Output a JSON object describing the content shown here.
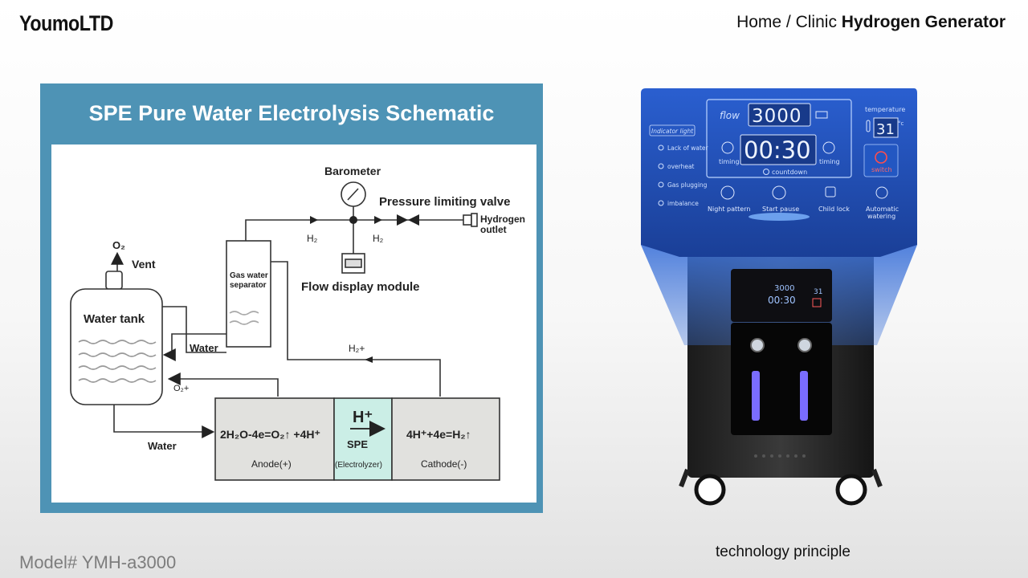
{
  "header": {
    "brand": "YoumoLTD",
    "breadcrumb_prefix": "Home / Clinic ",
    "breadcrumb_current": "Hydrogen Generator"
  },
  "footer": {
    "model": "Model# YMH-a3000",
    "caption": "technology principle"
  },
  "schematic": {
    "title": "SPE Pure Water Electrolysis Schematic",
    "labels": {
      "barometer": "Barometer",
      "pressure_valve": "Pressure limiting valve",
      "hydrogen_outlet_1": "Hydrogen",
      "hydrogen_outlet_2": "outlet",
      "o2": "O₂",
      "vent": "Vent",
      "gas_sep_1": "Gas water",
      "gas_sep_2": "separator",
      "h2_left": "H₂",
      "h2_right": "H₂",
      "flow_display": "Flow display module",
      "water_tank": "Water tank",
      "water_upper": "Water",
      "h2plus": "H₂+",
      "o2plus": "O₂+",
      "water_lower": "Water",
      "anode_eq": "2H₂O-4e=O₂↑ +4H⁺",
      "anode": "Anode(+)",
      "hplus": "H⁺",
      "spe": "SPE",
      "electrolyzer": "(Electrolyzer)",
      "cathode_eq": "4H⁺+4e=H₂↑",
      "cathode": "Cathode(-)"
    }
  },
  "device": {
    "flow_label": "flow",
    "flow_value": "3000",
    "timer_value": "00:30",
    "timing_left": "timing",
    "timing_right": "timing",
    "countdown": "countdown",
    "temperature_label": "temperature",
    "temperature_value": "31",
    "temperature_unit": "°c",
    "switch_label": "switch",
    "indicator_title": "Indicator light",
    "indicators": [
      "Lack of water",
      "overheat",
      "Gas plugging",
      "imbalance"
    ],
    "buttons": [
      "Night pattern",
      "Start pause",
      "Child lock",
      "Automatic",
      "watering"
    ],
    "mini_flow": "3000",
    "mini_timer": "00:30",
    "mini_temp": "31"
  },
  "colors": {
    "panel_blue": "#1f4db0",
    "schematic_frame": "#4e93b5",
    "spe_cell": "#cbeee6",
    "electrode_cell": "#e1e1de",
    "led_cyan": "#7fb7ff"
  }
}
